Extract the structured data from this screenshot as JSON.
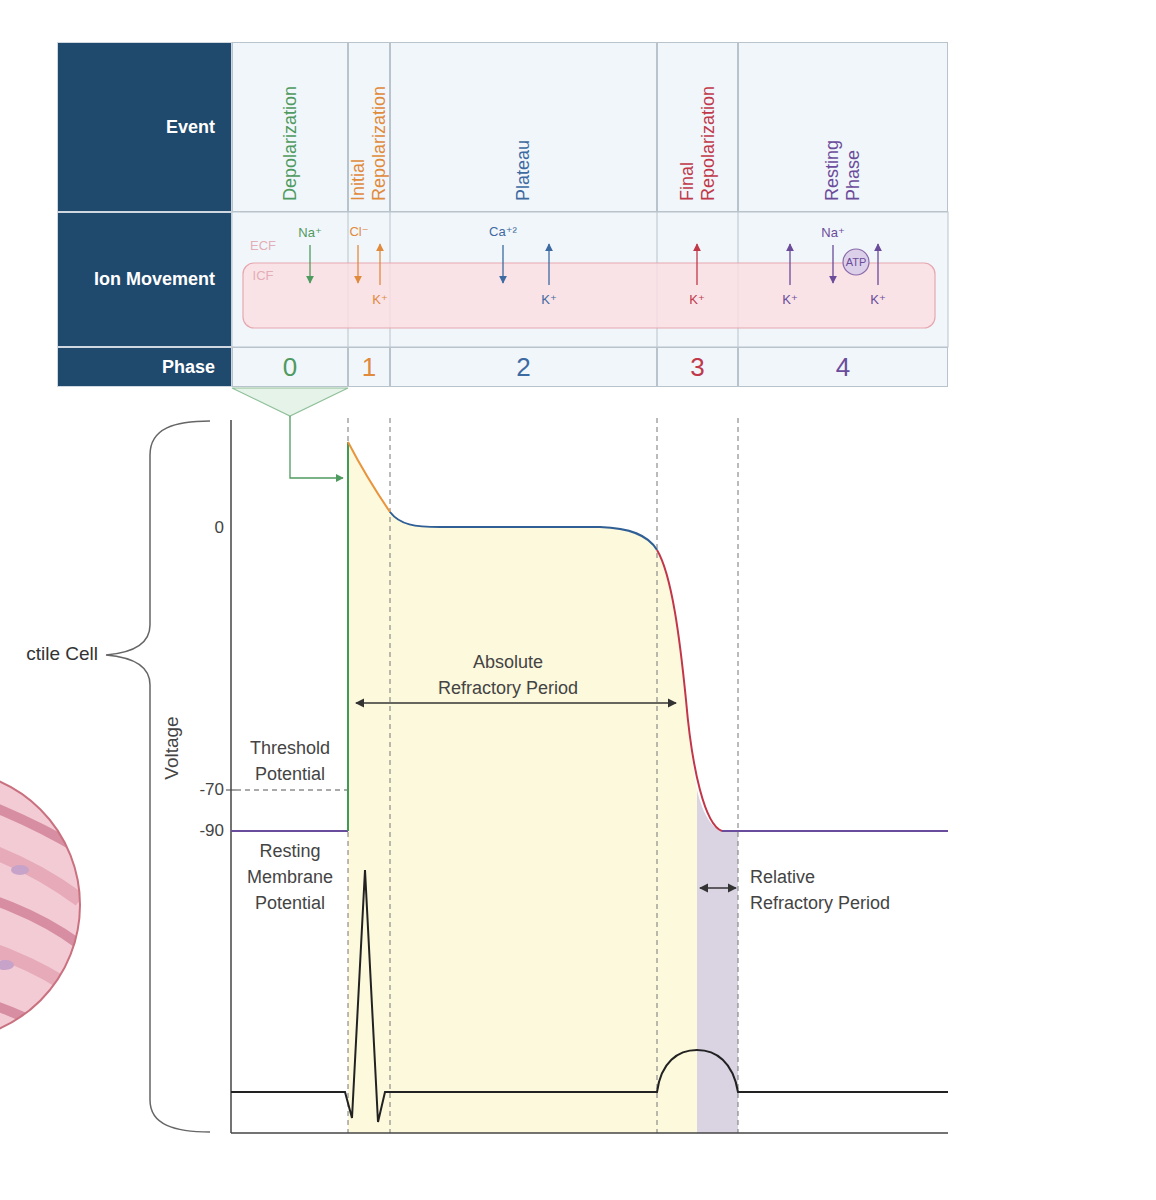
{
  "diagram": {
    "nodes": [
      {
        "text": [
          "Event"
        ]
      },
      {
        "text": [
          "Depolarization"
        ]
      },
      {
        "text": [
          "Initial Repolarization"
        ]
      },
      {
        "text": [
          "Plateau"
        ]
      },
      {
        "text": [
          "Final Repolarization"
        ]
      },
      {
        "text": [
          "Resting Phase"
        ]
      },
      {
        "text": [
          "Ion Movement"
        ]
      },
      {
        "text": [
          "ATP"
        ]
      },
      {
        "text": [
          "Phase"
        ]
      },
      {
        "text": [
          "0"
        ]
      },
      {
        "text": [
          "1"
        ]
      },
      {
        "text": [
          "2"
        ]
      },
      {
        "text": [
          "3"
        ]
      },
      {
        "text": [
          "4"
        ]
      }
    ],
    "labels": [
      "ECF",
      "ICF",
      "Na⁺",
      "Cl⁻",
      "K⁺",
      "Ca⁺²",
      "K⁺",
      "K⁺",
      "K⁺",
      "Na⁺",
      "K⁺",
      "ctile Cell",
      "0",
      "-70",
      "-90",
      "Voltage",
      "Threshold Potential",
      "Resting Membrane Potential",
      "Absolute Refractory Period",
      "Relative Refractory Period"
    ]
  }
}
